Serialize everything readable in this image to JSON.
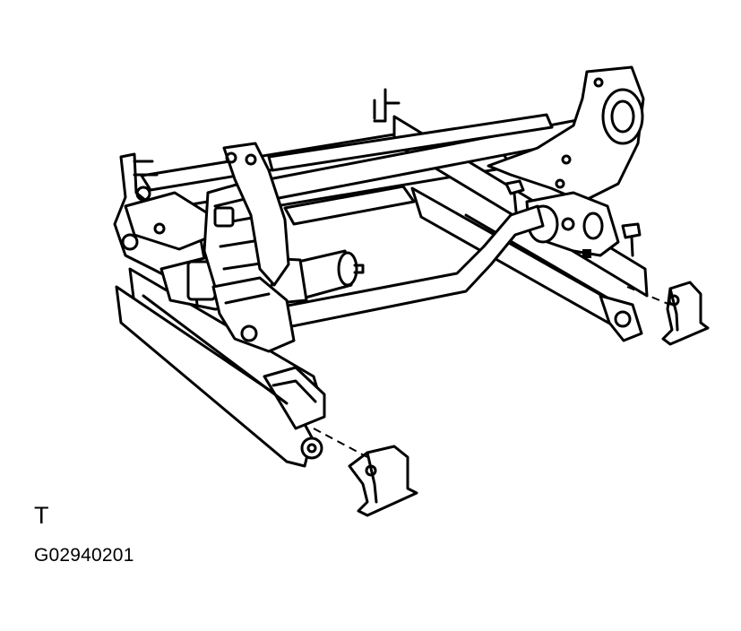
{
  "diagram": {
    "orientation_label": "T",
    "figure_code": "G02940201",
    "parts": [
      "seat-frame",
      "front-cross-tube",
      "rear-cross-tube",
      "lifter-motor",
      "gear-unit",
      "left-rail",
      "right-rail",
      "front-left-bracket",
      "rear-right-bracket",
      "bolt",
      "bolt",
      "bolt"
    ],
    "line_color": "#000000",
    "background_color": "#ffffff"
  }
}
